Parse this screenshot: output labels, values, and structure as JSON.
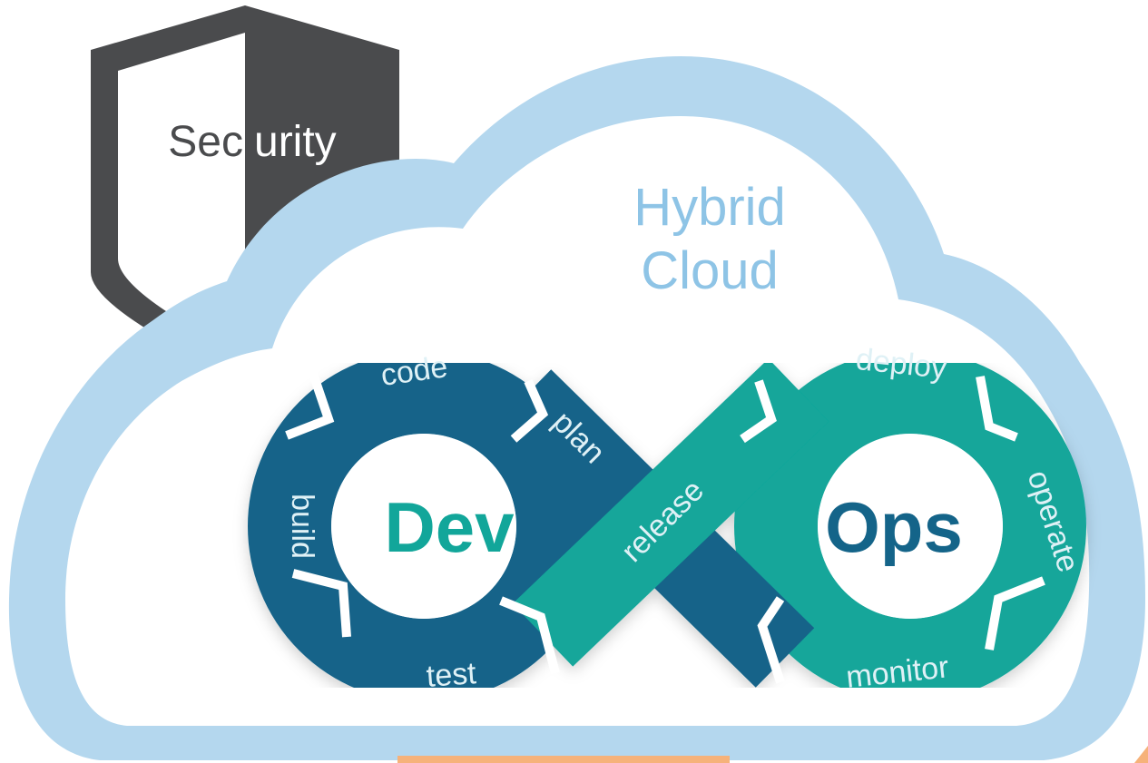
{
  "shield": {
    "label_light": "Sec",
    "label_dark": "urity",
    "color_dark": "#4a4b4d",
    "color_light": "#ffffff"
  },
  "cloud": {
    "line1": "Hybrid",
    "line2": "Cloud",
    "fill": "#ffffff",
    "outline": "#b4d7ee",
    "text_color": "#8ec4e6"
  },
  "devops": {
    "dev_label": "Dev",
    "ops_label": "Ops",
    "dev_color": "#146489",
    "ops_color": "#12a69a",
    "stages": {
      "code": "code",
      "plan": "plan",
      "build": "build",
      "test": "test",
      "release": "release",
      "deploy": "deploy",
      "operate": "operate",
      "monitor": "monitor"
    }
  },
  "accent_orange": "#f6b27a"
}
